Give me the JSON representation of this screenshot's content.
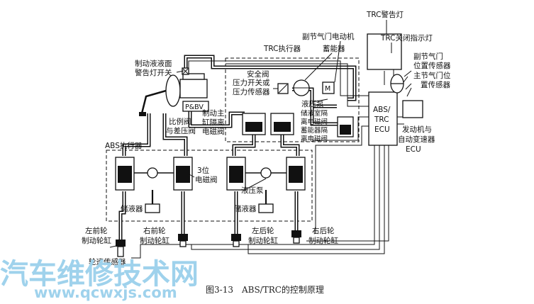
{
  "labels": {
    "trc_warning_lamp": "TRC警告灯",
    "trc_off_lamp": "TRC关闭指示灯",
    "sub_throttle_motor": "副节气门电动机",
    "accumulator": "蓄能器",
    "trc_actuator": "TRC执行器",
    "brake_fluid_switch_1": "制动液液面",
    "brake_fluid_switch_2": "警告灯开关",
    "safety_valve_1": "安全阀",
    "safety_valve_2": "压力开关或",
    "safety_valve_3": "压力传感器",
    "sub_throttle_sensor_1": "副节气门",
    "sub_throttle_sensor_2": "位置传感器",
    "main_throttle_sensor_1": "主节气门位",
    "main_throttle_sensor_2": "置传感器",
    "pbv": "P&BV",
    "master_cyl_valve_1": "制动主",
    "master_cyl_valve_2": "缸隔离",
    "master_cyl_valve_3": "电磁阀",
    "proportioning_valve_1": "比例阀",
    "proportioning_valve_2": "与差压阀",
    "pump_trc": "液压泵",
    "reservoir_valve_1": "储液室隔",
    "reservoir_valve_2": "离电磁阀",
    "accum_valve_1": "蓄能器隔",
    "accum_valve_2": "离电磁阀",
    "ecu_1": "ABS/",
    "ecu_2": "TRC",
    "ecu_3": "ECU",
    "engine_ecu_1": "发动机与",
    "engine_ecu_2": "自动变速器",
    "engine_ecu_3": "ECU",
    "abs_actuator": "ABS执行器",
    "three_pos_valve_1": "3位",
    "three_pos_valve_2": "电磁阀",
    "pump_abs": "液压泵",
    "reservoir_left": "储液器",
    "reservoir_right": "储液器",
    "fl_wheel_1": "左前轮",
    "fl_wheel_2": "制动轮缸",
    "fr_wheel_1": "右前轮",
    "fr_wheel_2": "制动轮缸",
    "rl_wheel_1": "左后轮",
    "rl_wheel_2": "制动轮缸",
    "rr_wheel_1": "右后轮",
    "rr_wheel_2": "制动轮缸",
    "wheel_speed_sensor": "轮速传感器"
  },
  "caption": "图3-13　ABS/TRC的控制原理",
  "watermark": {
    "name": "汽车维修技术网",
    "url": "www.qcwxjs.com",
    "color": "#9fd2ec"
  }
}
